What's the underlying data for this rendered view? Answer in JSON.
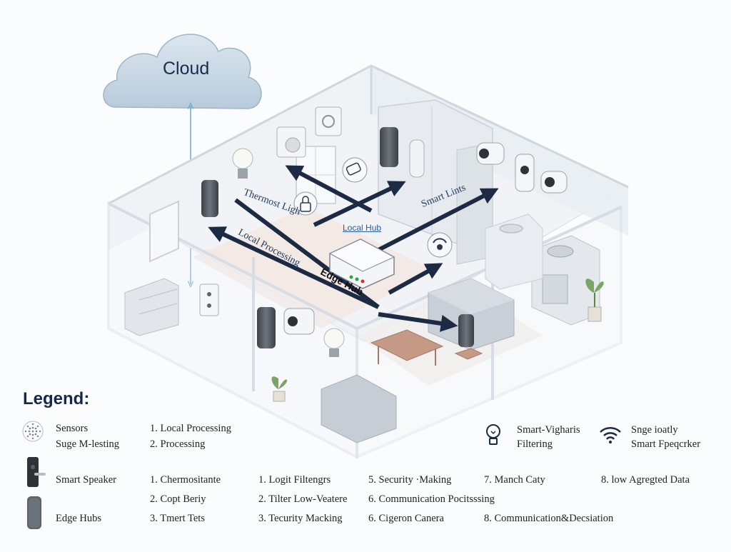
{
  "diagram": {
    "cloud_label": "Cloud",
    "edge_hub_label": "Edge Hub",
    "local_hub_label": "Local Hub",
    "path_labels": {
      "thermostat": "Thermost Ligh",
      "smart_lights": "Smart Lints",
      "local_processing": "Local Processing"
    }
  },
  "legend": {
    "title": "Legend:",
    "row1": {
      "icon1_text": [
        "Sensors",
        "Suge M-lesting"
      ],
      "col2": [
        "1. Local Processing",
        "2. Processing"
      ],
      "icon2_text": [
        "Smart-Vigharis",
        "Filtering"
      ],
      "icon3_text": [
        "Snge ioatly",
        "Smart Fpeqcrker"
      ]
    },
    "row2": {
      "icon_text": "Smart Speaker",
      "items": [
        "1. Chermositante",
        "1. Logit Filtengrs",
        "5. Security ·Making",
        "7. Manch Caty",
        "8. low Agregted Data"
      ]
    },
    "row3": {
      "items": [
        "2. Copt Beriy",
        "2. Tilter Low-Veatere",
        "6. Communication Pocitsssing"
      ]
    },
    "row4": {
      "icon_text": "Edge Hubs",
      "items": [
        "3. Tmert Tets",
        "3. Tecurity Macking",
        "6. Cigeron Canera",
        "8. Communication&Decsiation"
      ]
    }
  },
  "colors": {
    "arrow": "#1d2a44",
    "cloud": "#c9d8e4",
    "wall": "#e9eef3",
    "floor_warm": "#f3e7e2",
    "link_blue": "#6aa6d1"
  }
}
